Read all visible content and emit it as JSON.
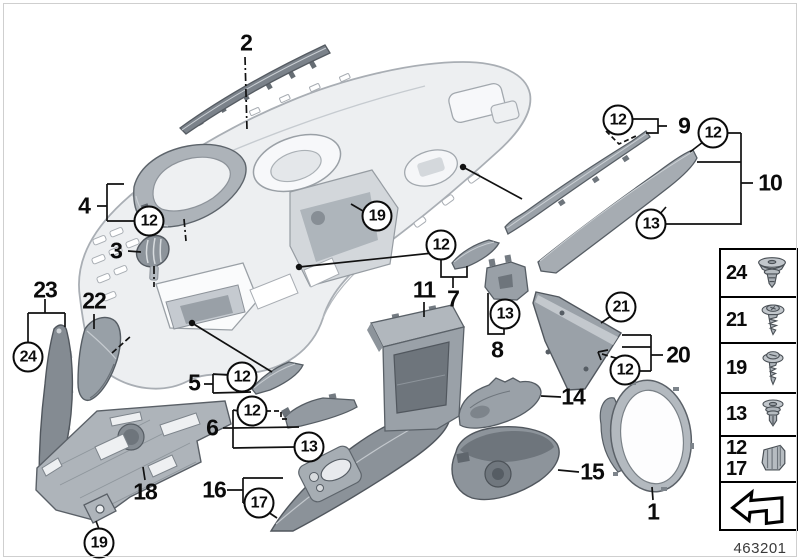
{
  "diagram": {
    "code": "463201",
    "labels": {
      "n1": "1",
      "n2": "2",
      "n3": "3",
      "n4": "4",
      "n5": "5",
      "n6": "6",
      "n7": "7",
      "n8": "8",
      "n9": "9",
      "n10": "10",
      "n11": "11",
      "n12": "12",
      "n13": "13",
      "n14": "14",
      "n15": "15",
      "n16": "16",
      "n17": "17",
      "n18": "18",
      "n19": "19",
      "n20": "20",
      "n21": "21",
      "n22": "22",
      "n23": "23",
      "n24": "24"
    }
  },
  "legend": {
    "items": [
      {
        "number": "24",
        "icon": "expanding-rivet-icon"
      },
      {
        "number": "21",
        "icon": "tapping-screw-washer-icon"
      },
      {
        "number": "19",
        "icon": "tapping-screw-icon"
      },
      {
        "number": "13",
        "icon": "rivet-clip-icon"
      },
      {
        "number": "12",
        "number2": "17",
        "icon": "spring-clip-icon"
      },
      {
        "icon": "continuation-arrow-icon"
      }
    ]
  }
}
